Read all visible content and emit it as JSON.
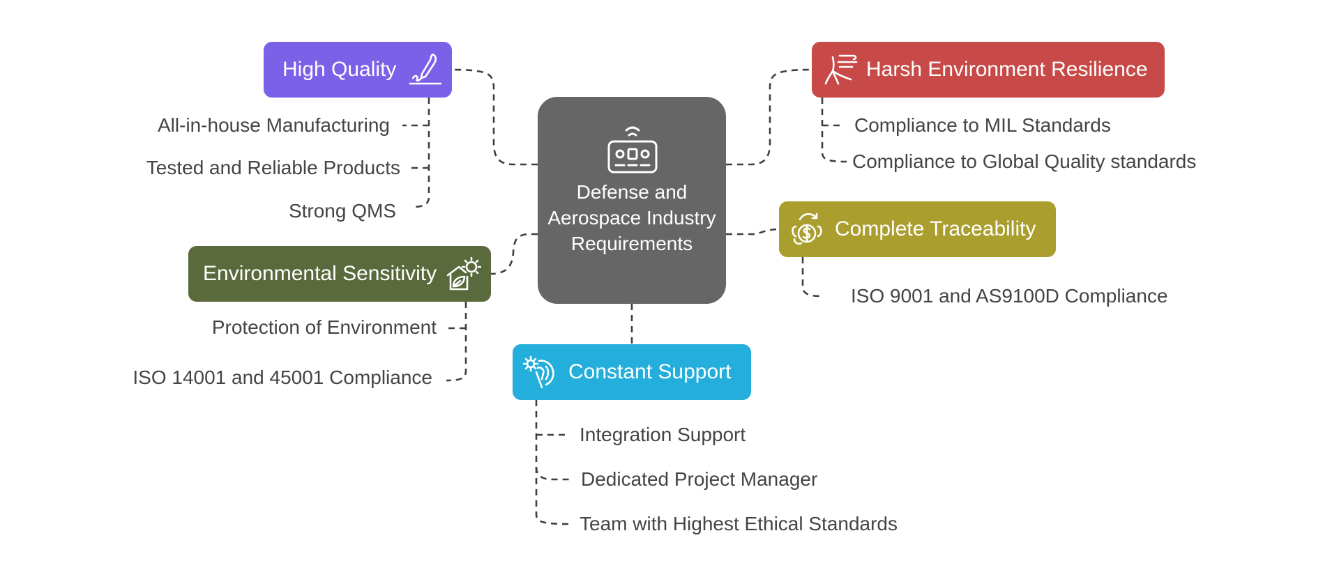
{
  "center": {
    "title": "Defense and Aerospace Industry Requirements",
    "color": "#666666",
    "icon": "control-panel-icon"
  },
  "categories": {
    "high_quality": {
      "label": "High Quality",
      "color": "#7b61e8",
      "icon": "pen-signature-icon",
      "items": [
        "All-in-house Manufacturing",
        "Tested and Reliable Products",
        "Strong QMS"
      ]
    },
    "harsh_environment": {
      "label": "Harsh Environment Resilience",
      "color": "#c74a48",
      "icon": "wind-tree-icon",
      "items": [
        "Compliance to MIL Standards",
        "Compliance to Global Quality standards"
      ]
    },
    "traceability": {
      "label": "Complete Traceability",
      "color": "#aa9e2e",
      "icon": "money-cycle-icon",
      "items": [
        "ISO 9001 and AS9100D Compliance"
      ]
    },
    "environmental": {
      "label": "Environmental Sensitivity",
      "color": "#5a6a3c",
      "icon": "eco-house-sun-icon",
      "items": [
        "Protection of Environment",
        "ISO 14001 and 45001 Compliance"
      ]
    },
    "support": {
      "label": "Constant Support",
      "color": "#23aedb",
      "icon": "hand-gear-icon",
      "items": [
        "Integration Support",
        "Dedicated Project Manager",
        "Team with Highest Ethical Standards"
      ]
    }
  }
}
